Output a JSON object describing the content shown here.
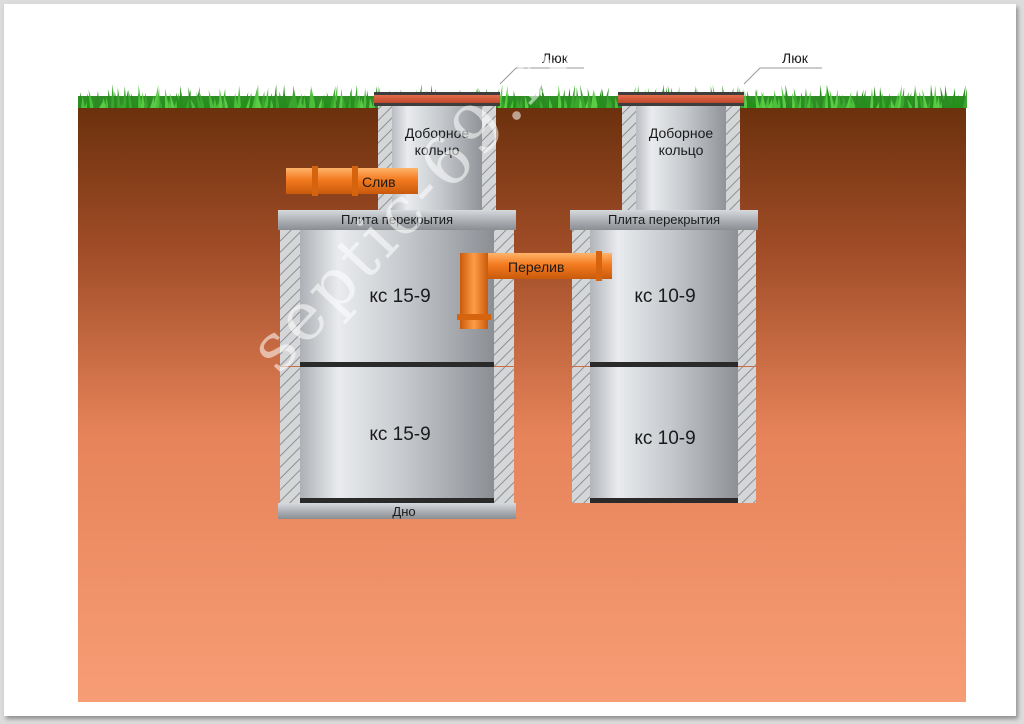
{
  "labels": {
    "hatch_left": "Люк",
    "hatch_right": "Люк",
    "extension_ring_left": [
      "Доборное",
      "кольцо"
    ],
    "extension_ring_right": [
      "Доборное",
      "кольцо"
    ],
    "drain": "Слив",
    "overflow": "Перелив",
    "cover_slab_left": "Плита перекрытия",
    "cover_slab_right": "Плита перекрытия",
    "ring_left_top": "кс 15-9",
    "ring_left_bottom": "кс 15-9",
    "ring_right_top": "кс 10-9",
    "ring_right_bottom": "кс 10-9",
    "bottom": "Дно"
  },
  "watermark": "septic-69.ru",
  "colors": {
    "soil_top": "#6e3410",
    "soil_bottom": "#f39a72",
    "grass": "#3aa62e",
    "concrete": "#c9ccd0",
    "pipe": "#f07c22",
    "hatch": "#d9573a"
  }
}
